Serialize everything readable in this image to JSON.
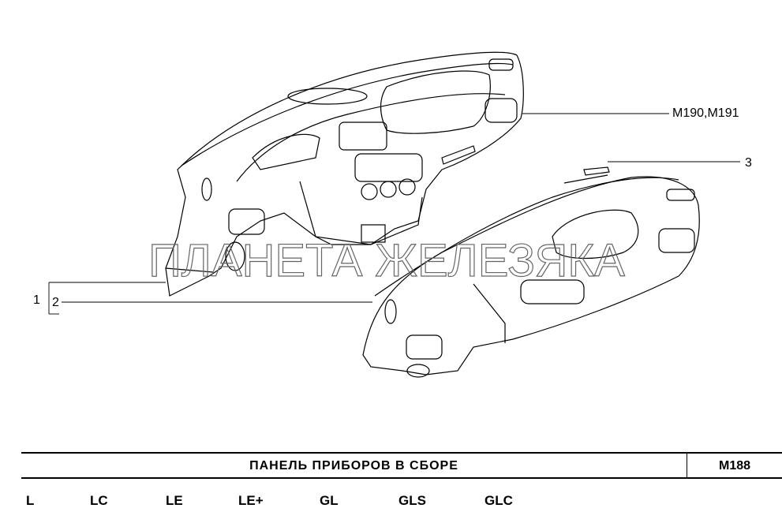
{
  "callouts": {
    "main_part": "M190,M191",
    "part_3": "3",
    "part_1": "1",
    "part_2": "2"
  },
  "watermark": "ПЛАНЕТА ЖЕЛЕЗЯКА",
  "footer": {
    "title": "ПАНЕЛЬ ПРИБОРОВ В СБОРЕ",
    "code": "M188",
    "variants": [
      "L",
      "LC",
      "LE",
      "LE+",
      "GL",
      "GLS",
      "GLC"
    ]
  }
}
